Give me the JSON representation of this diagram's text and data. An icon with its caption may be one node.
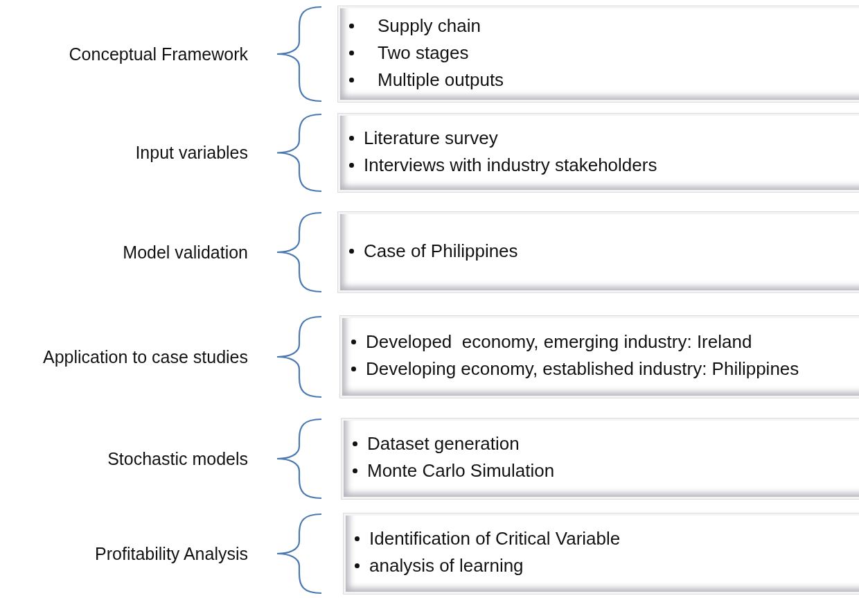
{
  "diagram": {
    "nodes": [
      {
        "text": [
          "Supply chain",
          "Two stages",
          "Multiple outputs"
        ]
      },
      {
        "text": [
          "Literature survey",
          "Interviews with industry stakeholders"
        ]
      },
      {
        "text": [
          "Case of Philippines"
        ]
      },
      {
        "text": [
          "Developed  economy, emerging industry: Ireland",
          "Developing economy, established industry: Philippines"
        ]
      },
      {
        "text": [
          "Dataset generation",
          "Monte Carlo Simulation"
        ]
      },
      {
        "text": [
          "Identification of Critical Variable",
          "analysis of learning"
        ]
      }
    ],
    "labels": [
      "Conceptual Framework",
      "Input variables",
      "Model validation",
      "Application to case studies",
      "Stochastic models",
      "Profitability Analysis"
    ]
  }
}
